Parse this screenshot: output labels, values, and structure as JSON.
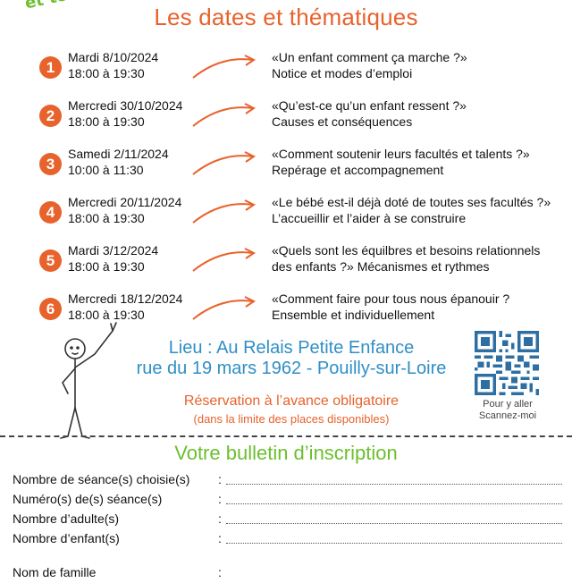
{
  "header": {
    "corner_tag": "et tous",
    "title": "Les dates et thématiques"
  },
  "sessions": [
    {
      "number": "1",
      "date": "Mardi 8/10/2024",
      "time": "18:00 à 19:30",
      "theme": "«Un enfant comment ça marche ?»",
      "subtitle": "Notice et modes d’emploi"
    },
    {
      "number": "2",
      "date": "Mercredi 30/10/2024",
      "time": "18:00 à 19:30",
      "theme": "«Qu’est-ce qu’un enfant ressent ?»",
      "subtitle": "Causes et conséquences"
    },
    {
      "number": "3",
      "date": "Samedi 2/11/2024",
      "time": "10:00 à 11:30",
      "theme": "«Comment soutenir leurs facultés et talents ?»",
      "subtitle": "Repérage et accompagnement"
    },
    {
      "number": "4",
      "date": "Mercredi 20/11/2024",
      "time": "18:00 à 19:30",
      "theme": "«Le bébé est-il déjà doté de toutes ses facultés ?»",
      "subtitle": "L’accueillir et l’aider à se construire"
    },
    {
      "number": "5",
      "date": "Mardi 3/12/2024",
      "time": "18:00 à 19:30",
      "theme": "«Quels sont les équilbres et besoins relationnels",
      "subtitle": "des enfants ?» Mécanismes et rythmes"
    },
    {
      "number": "6",
      "date": "Mercredi 18/12/2024",
      "time": "18:00 à 19:30",
      "theme": "«Comment faire pour tous nous épanouir ?",
      "subtitle": "Ensemble et individuellement"
    }
  ],
  "venue": {
    "line1": "Lieu : Au Relais Petite Enfance",
    "line2": "rue du 19 mars 1962 - Pouilly-sur-Loire"
  },
  "reservation": {
    "main": "Réservation à l’avance obligatoire",
    "note": "(dans la limite des places disponibles)"
  },
  "qr": {
    "caption_line1": "Pour y  aller",
    "caption_line2": "Scannez-moi"
  },
  "form": {
    "title": "Votre bulletin d’inscription",
    "colon": ":",
    "fields": [
      {
        "label": "Nombre de séance(s) choisie(s)"
      },
      {
        "label": "Numéro(s) de(s) séance(s)"
      },
      {
        "label": "Nombre d’adulte(s)"
      },
      {
        "label": "Nombre d’enfant(s)"
      },
      {
        "label": "Nom de famille"
      }
    ]
  },
  "colors": {
    "accent_orange": "#e8622c",
    "accent_blue": "#2f8fc6",
    "accent_green": "#6bbf2e"
  }
}
